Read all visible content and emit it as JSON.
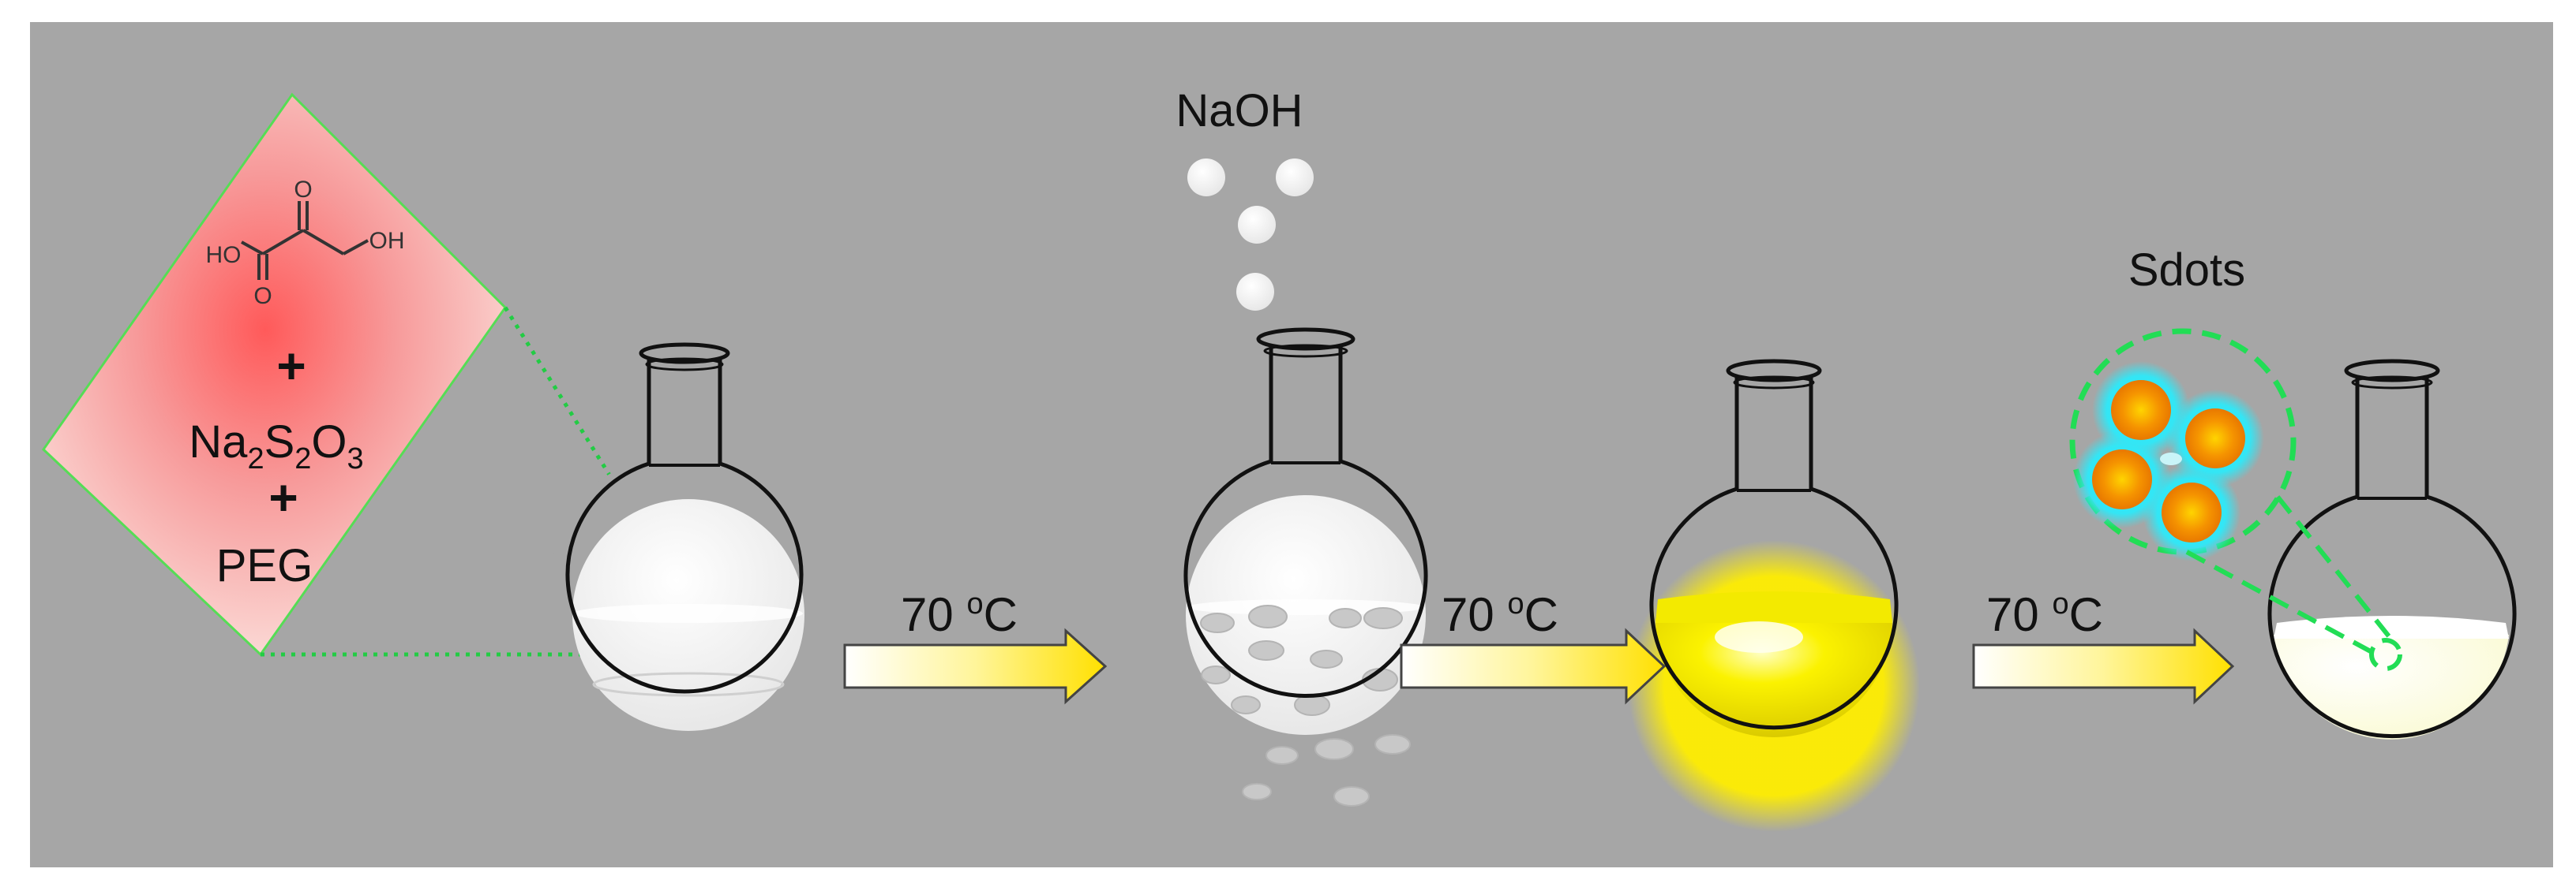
{
  "reagents": {
    "plus1": "+",
    "na": "Na",
    "sub2a": "2",
    "s": "S",
    "sub2b": "2",
    "o": "O",
    "sub3": "3",
    "plus2": "+",
    "peg": "PEG",
    "mol_ho": "HO",
    "mol_oh": "OH",
    "mol_o_top": "O",
    "mol_o_bottom": "O"
  },
  "naoh_label": "NaOH",
  "sdots_label": "Sdots",
  "steps": [
    {
      "num": "70",
      "sup": "o",
      "unit": "C"
    },
    {
      "num": "70",
      "sup": "o",
      "unit": "C"
    },
    {
      "num": "70",
      "sup": "o",
      "unit": "C"
    }
  ],
  "colors": {
    "background": "#a6a6a6",
    "reagent_box": "#f4a6a6",
    "reagent_border": "#55dd55",
    "dotted_line": "#22cc44",
    "arrow_fill": "#ffe800",
    "yellow_solution": "#f5ec00",
    "dots_core": "#f08a00",
    "dots_shell": "#22ddee"
  },
  "icons": [
    "flask-icon",
    "naoh-pellet-icon",
    "arrow-icon",
    "sdots-cluster-icon"
  ]
}
